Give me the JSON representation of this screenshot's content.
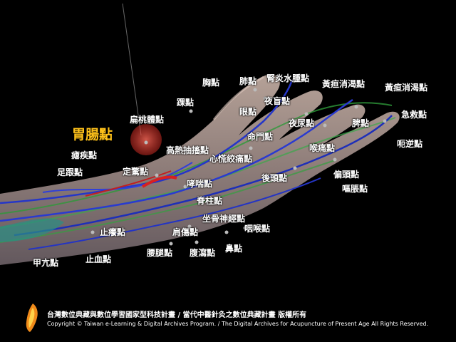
{
  "highlight": "胃腸點",
  "points": [
    {
      "id": "xiong-dian",
      "label": "胸點"
    },
    {
      "id": "fei-dian",
      "label": "肺點"
    },
    {
      "id": "shenyan-shuizhong-dian",
      "label": "腎炎水腫點"
    },
    {
      "id": "huangdan-xiaoke-dian-1",
      "label": "黃疸消渴點"
    },
    {
      "id": "huangdan-xiaoke-dian-2",
      "label": "黃疸消渴點"
    },
    {
      "id": "huai-dian",
      "label": "踝點"
    },
    {
      "id": "yemang-dian",
      "label": "夜盲點"
    },
    {
      "id": "yan-dian",
      "label": "眼點"
    },
    {
      "id": "jijiu-dian",
      "label": "急救點"
    },
    {
      "id": "biantaoti-dian",
      "label": "扁桃體點"
    },
    {
      "id": "yeniao-dian",
      "label": "夜尿點"
    },
    {
      "id": "pi-dian",
      "label": "脾點"
    },
    {
      "id": "mingmen-dian",
      "label": "命門點"
    },
    {
      "id": "eni-dian",
      "label": "呃逆點"
    },
    {
      "id": "gaore-chouchu-dian",
      "label": "高熱抽搐點"
    },
    {
      "id": "houtong-dian",
      "label": "喉痛點"
    },
    {
      "id": "nueji-dian",
      "label": "瘧疾點"
    },
    {
      "id": "xinhuang-jiaotong-dian",
      "label": "心慌絞痛點"
    },
    {
      "id": "zugen-dian",
      "label": "足跟點"
    },
    {
      "id": "dingjing-dian",
      "label": "定驚點"
    },
    {
      "id": "houtou-dian",
      "label": "後頭點"
    },
    {
      "id": "piantou-dian",
      "label": "偏頭點"
    },
    {
      "id": "xiaochuan-dian",
      "label": "哮喘點"
    },
    {
      "id": "outu-dian",
      "label": "嘔脹點"
    },
    {
      "id": "jizhu-dian",
      "label": "脊柱點"
    },
    {
      "id": "zuogu-shenjing-dian",
      "label": "坐骨神經點"
    },
    {
      "id": "zhiyang-dian",
      "label": "止癢點"
    },
    {
      "id": "jianbang-dian",
      "label": "肩傷點"
    },
    {
      "id": "yanhou-dian",
      "label": "咽喉點"
    },
    {
      "id": "bi-dian",
      "label": "鼻點"
    },
    {
      "id": "yaotui-dian",
      "label": "腰腿點"
    },
    {
      "id": "fuxie-dian",
      "label": "腹瀉點"
    },
    {
      "id": "jiakang-dian",
      "label": "甲亢點"
    },
    {
      "id": "zhixue-dian",
      "label": "止血點"
    }
  ],
  "footer": {
    "line1": "台灣數位典藏與數位學習國家型科技計畫 / 當代中醫針灸之數位典藏計畫 版權所有",
    "line2": "Copyright © Taiwan e-Learning & Digital Archives Program. / The Digital Archives for Acupuncture of Present Age All Rights Reserved."
  },
  "colors": {
    "background": "#000000",
    "highlight": "#ffc21a",
    "label": "#ffffff"
  }
}
